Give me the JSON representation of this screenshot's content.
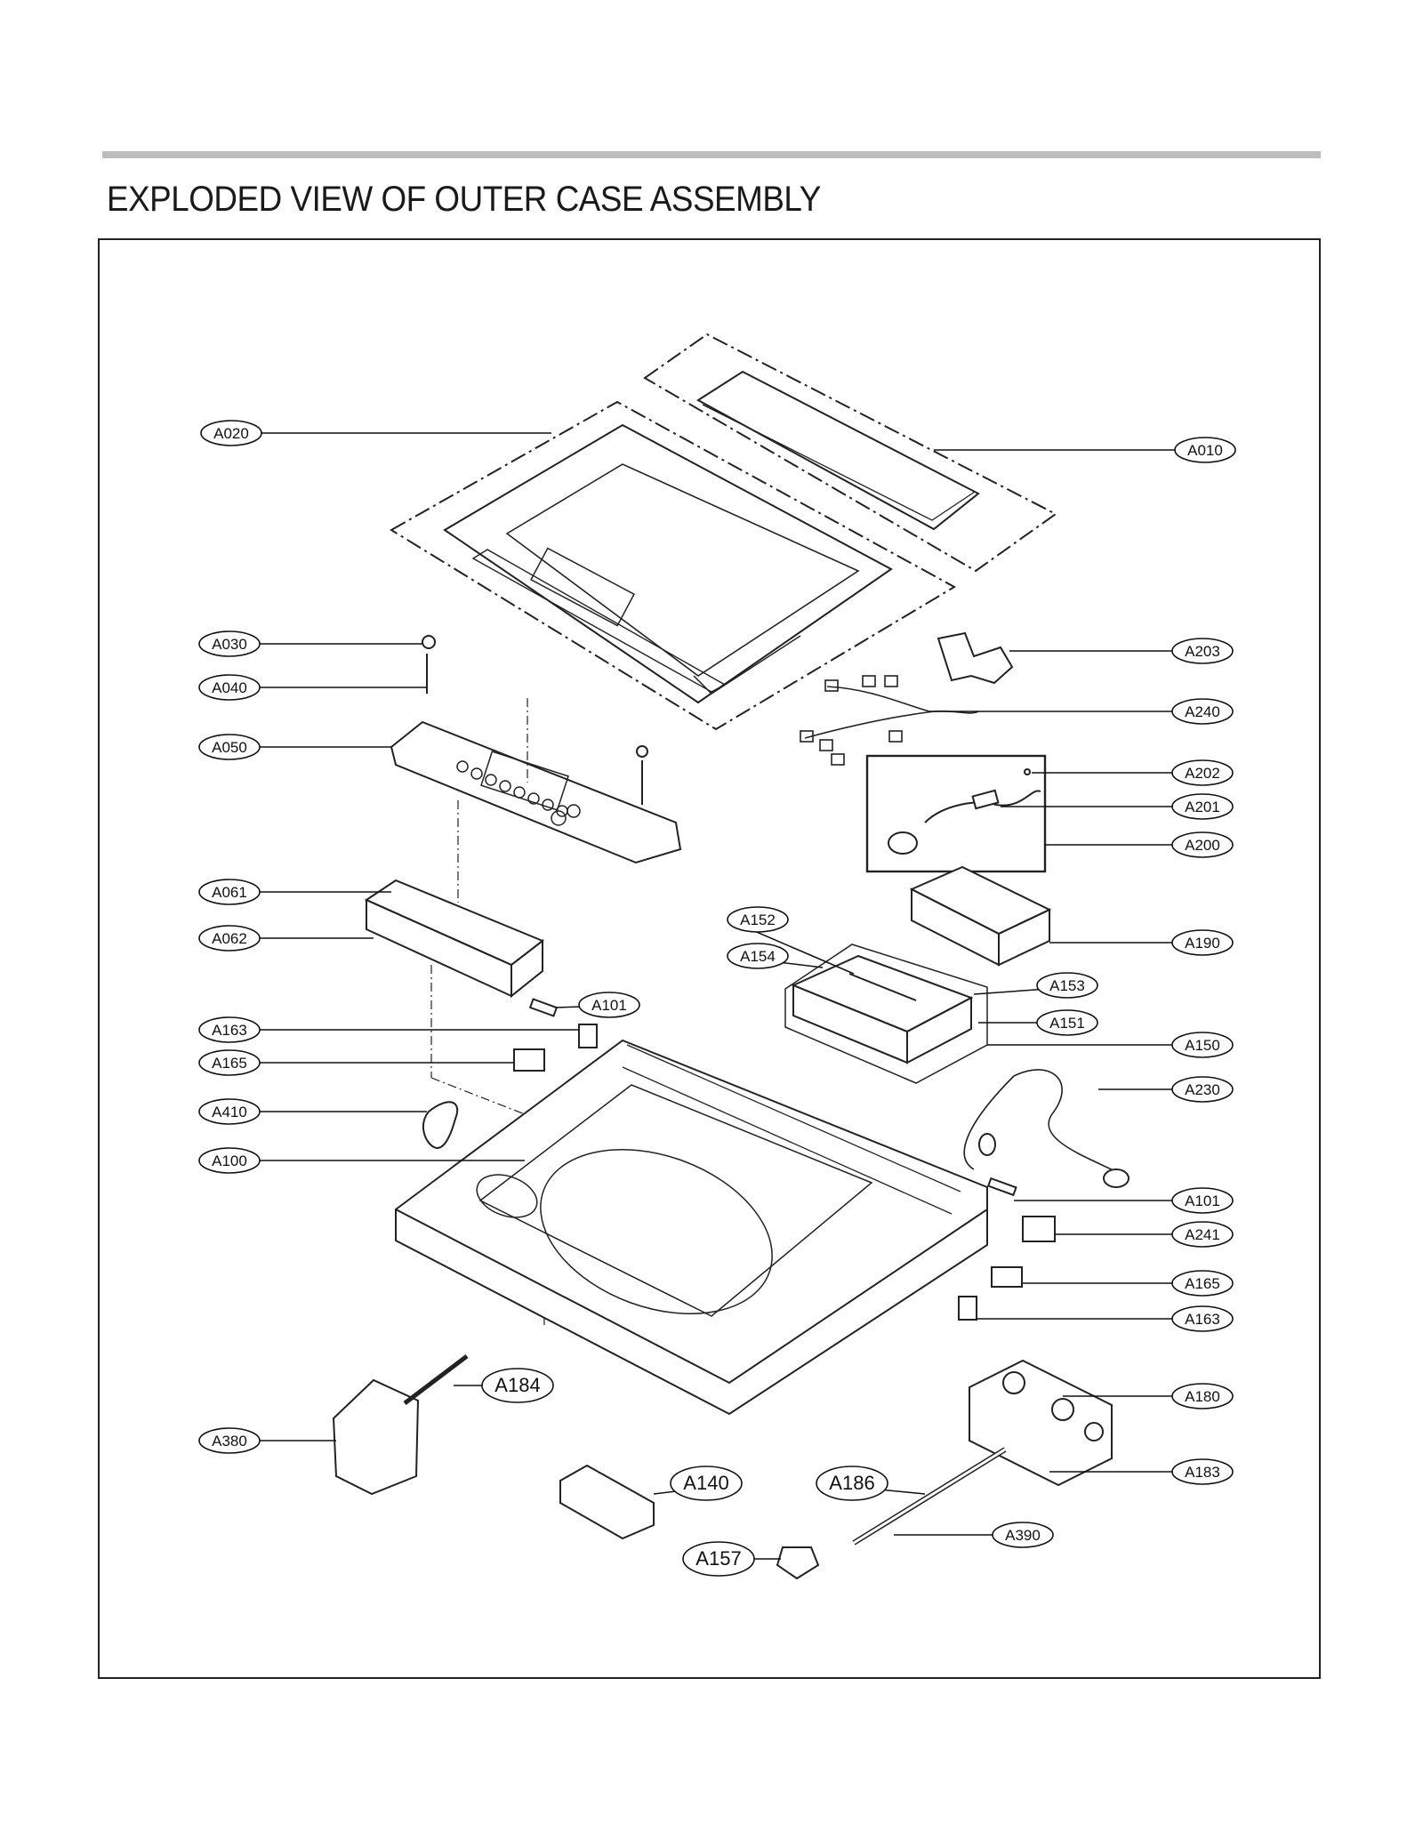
{
  "page": {
    "title": "EXPLODED VIEW OF OUTER CASE ASSEMBLY"
  },
  "callouts": [
    {
      "id": "A020",
      "label": "A020"
    },
    {
      "id": "A010",
      "label": "A010"
    },
    {
      "id": "A030",
      "label": "A030"
    },
    {
      "id": "A040",
      "label": "A040"
    },
    {
      "id": "A050",
      "label": "A050"
    },
    {
      "id": "A203",
      "label": "A203"
    },
    {
      "id": "A240",
      "label": "A240"
    },
    {
      "id": "A202",
      "label": "A202"
    },
    {
      "id": "A201",
      "label": "A201"
    },
    {
      "id": "A200",
      "label": "A200"
    },
    {
      "id": "A061",
      "label": "A061"
    },
    {
      "id": "A062",
      "label": "A062"
    },
    {
      "id": "A152",
      "label": "A152"
    },
    {
      "id": "A154",
      "label": "A154"
    },
    {
      "id": "A190",
      "label": "A190"
    },
    {
      "id": "A153",
      "label": "A153"
    },
    {
      "id": "A151",
      "label": "A151"
    },
    {
      "id": "A101a",
      "label": "A101"
    },
    {
      "id": "A163a",
      "label": "A163"
    },
    {
      "id": "A165a",
      "label": "A165"
    },
    {
      "id": "A150",
      "label": "A150"
    },
    {
      "id": "A230",
      "label": "A230"
    },
    {
      "id": "A410",
      "label": "A410"
    },
    {
      "id": "A100",
      "label": "A100"
    },
    {
      "id": "A101b",
      "label": "A101"
    },
    {
      "id": "A241",
      "label": "A241"
    },
    {
      "id": "A165b",
      "label": "A165"
    },
    {
      "id": "A163b",
      "label": "A163"
    },
    {
      "id": "A184",
      "label": "A184"
    },
    {
      "id": "A180",
      "label": "A180"
    },
    {
      "id": "A380",
      "label": "A380"
    },
    {
      "id": "A183",
      "label": "A183"
    },
    {
      "id": "A140",
      "label": "A140"
    },
    {
      "id": "A186",
      "label": "A186"
    },
    {
      "id": "A390",
      "label": "A390"
    },
    {
      "id": "A157",
      "label": "A157"
    }
  ]
}
